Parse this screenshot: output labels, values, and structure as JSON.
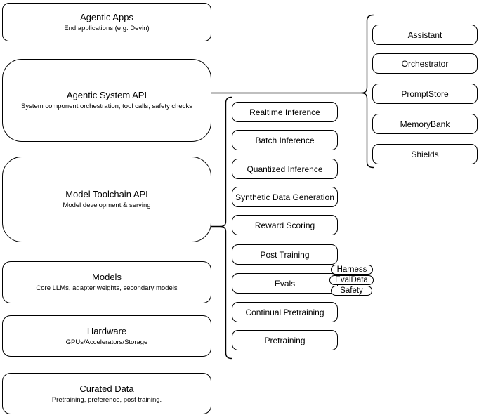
{
  "diagram": {
    "layers": [
      {
        "title": "Agentic Apps",
        "subtitle": "End applications (e.g. Devin)"
      },
      {
        "title": "Agentic System API",
        "subtitle": "System component orchestration, tool calls, safety checks"
      },
      {
        "title": "Model Toolchain API",
        "subtitle": "Model development & serving"
      },
      {
        "title": "Models",
        "subtitle": "Core LLMs, adapter weights, secondary models"
      },
      {
        "title": "Hardware",
        "subtitle": "GPUs/Accelerators/Storage"
      },
      {
        "title": "Curated Data",
        "subtitle": "Pretraining, preference, post training."
      }
    ],
    "toolchain_services": [
      "Realtime Inference",
      "Batch Inference",
      "Quantized Inference",
      "Synthetic Data Generation",
      "Reward Scoring",
      "Post Training",
      "Evals",
      "Continual Pretraining",
      "Pretraining"
    ],
    "eval_components": [
      "Harness",
      "EvalData",
      "Safety"
    ],
    "system_components": [
      "Assistant",
      "Orchestrator",
      "PromptStore",
      "MemoryBank",
      "Shields"
    ],
    "colors": {
      "stroke": "#000000",
      "fill": "#ffffff",
      "text": "#000000"
    }
  }
}
